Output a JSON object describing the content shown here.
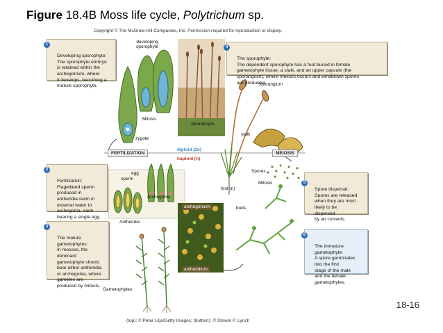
{
  "title": {
    "bold": "Figure",
    "number": " 18.4B Moss life cycle, ",
    "italic": "Polytrichum",
    "suffix": " sp."
  },
  "copyright": "Copyright © The McGraw-Hill Companies, Inc. Permission required for reproduction or display.",
  "steps": {
    "s1": {
      "num": "1",
      "text": "Developing sporophyte:\nThe sporophyte embryo\nis retained within the\narchegonium, where\nit develops, becoming a\nmature sporophyte."
    },
    "s2": {
      "num": "2",
      "text": "Fertilization:\nFlagellated sperm\nproduced in\nantheridia swim in\nexternal water to\narchegonia, each\nbearing a single egg."
    },
    "s3": {
      "num": "3",
      "text": "The mature\ngametophytes:\nIn mosses, the\ndominant\ngametophyte shoots\nbear either antheridia\nor archegonia, where\ngametes are\nproduced by mitosis."
    },
    "s4": {
      "num": "4",
      "text": "The sporophyte:\nThe dependent sporophyte has a foot buried in female\ngametophyte tissue, a stalk, and an upper capsule (the\nsporangium), where meiosis occurs and windblown spores\nare produced."
    },
    "s5": {
      "num": "5",
      "text": "Spore dispersal:\nSpores are released\nwhen they are most\nlikely to be\ndispersed\nby air currents."
    },
    "s6": {
      "num": "6",
      "text": "The immature\ngametophyte:\nA spore germinates\ninto the first\nstage of the male\nand the female\ngametophytes."
    }
  },
  "labels": {
    "developing_sporophyte": "developing\nsporophyte",
    "mitosis_top": "Mitosis",
    "zygote": "zygote",
    "sporophyte": "Sporophyte",
    "sporangium": "Sporangium",
    "stalk": "stalk",
    "egg": "egg",
    "sperm": "sperm",
    "archegonia": "Archegonia",
    "antheridia": "Antheridia",
    "archegonium": "archegonium",
    "antheridium": "antheridium",
    "foot": "foot (n)",
    "spores": "Spores",
    "mitosis_right": "Mitosis",
    "buds": "buds",
    "gametophytes": "Gametophytes"
  },
  "phases": {
    "fertilization": "FERTILIZATION",
    "meiosis": "MEIOSIS",
    "diploid": "diploid (2n)",
    "haploid": "haploid (n)"
  },
  "colors": {
    "step_circle": "#2e6fb6",
    "diploid_text": "#3b7fc4",
    "haploid_text": "#c0392b",
    "callout_fill": "#f1ead9"
  },
  "credit": "(top): © Peter Lilja/Getty Images; (bottom): © Steven P. Lynch",
  "page_number": "18-16"
}
